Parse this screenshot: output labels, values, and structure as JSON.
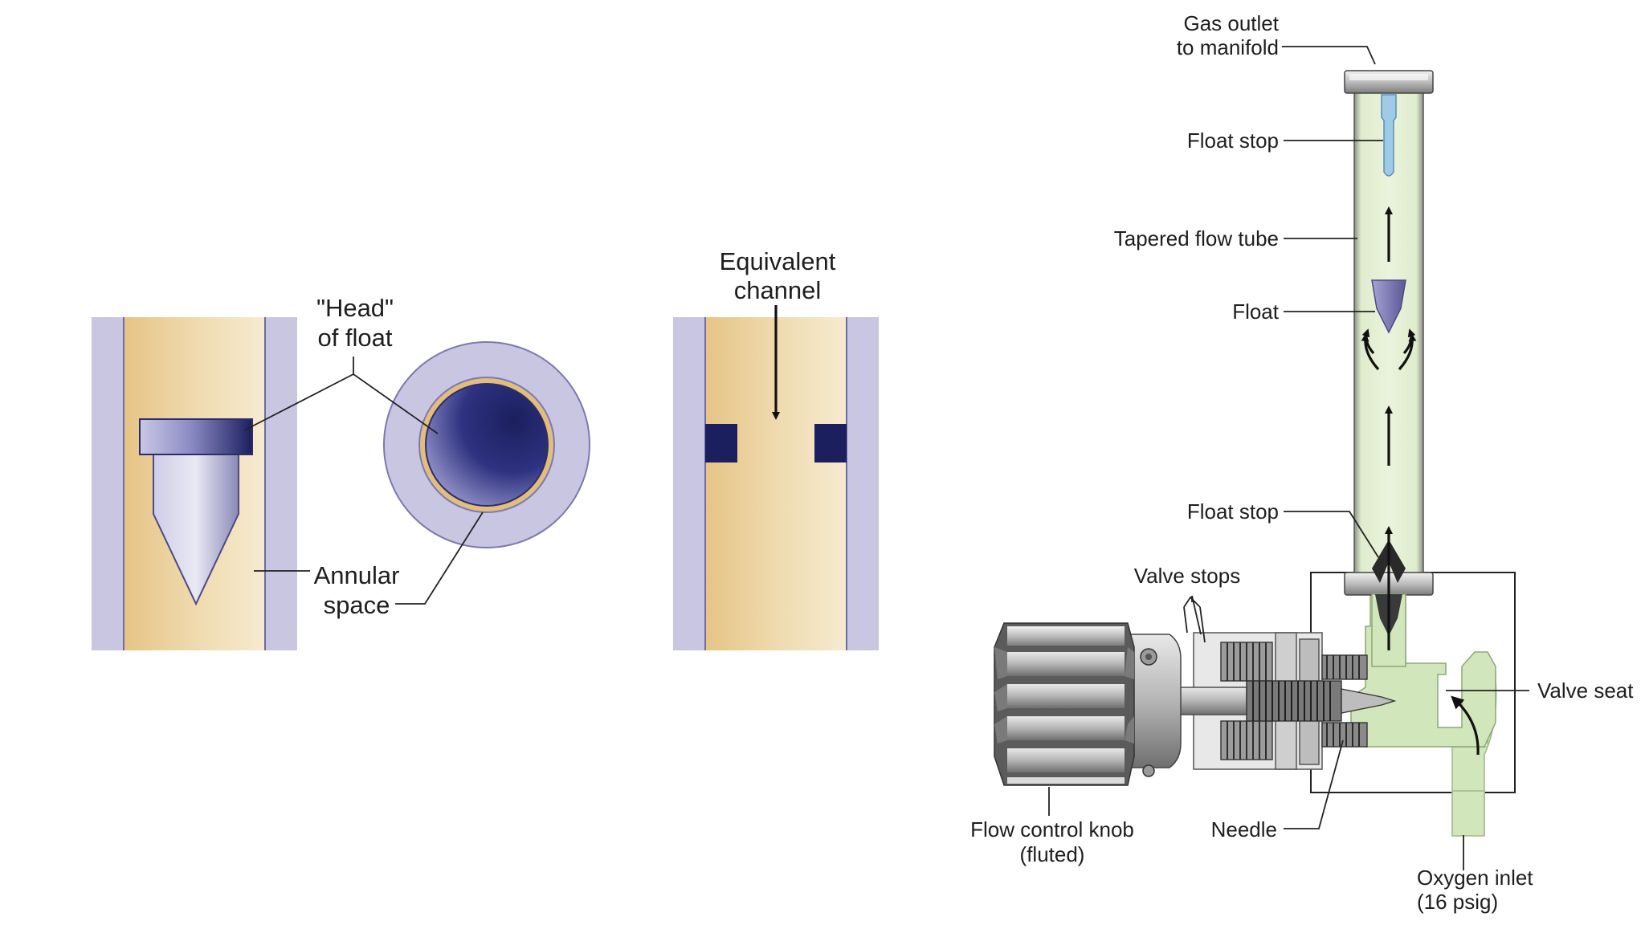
{
  "left_figure": {
    "head_of_float": [
      "\"Head\"",
      "of float"
    ],
    "annular_space": [
      "Annular",
      "space"
    ],
    "equivalent_channel": [
      "Equivalent",
      "channel"
    ]
  },
  "flowmeter": {
    "gas_outlet": [
      "Gas outlet",
      "to manifold"
    ],
    "float_stop_top": "Float stop",
    "tapered_flow_tube": "Tapered flow tube",
    "float": "Float",
    "float_stop_bottom": "Float stop",
    "valve_stops": "Valve stops",
    "valve_seat": "Valve seat",
    "flow_control_knob": [
      "Flow control knob",
      "(fluted)"
    ],
    "needle": "Needle",
    "oxygen_inlet": [
      "Oxygen inlet",
      "(16 psig)"
    ]
  },
  "colors": {
    "tube_wall": "#c9c6e2",
    "annulus_fill": "#ecd3a1",
    "float_dark": "#1b1f5e",
    "gas_green": "#d2e6bc",
    "float_stop_blue": "#9fcbe6",
    "metal": "#a8a8a8"
  }
}
